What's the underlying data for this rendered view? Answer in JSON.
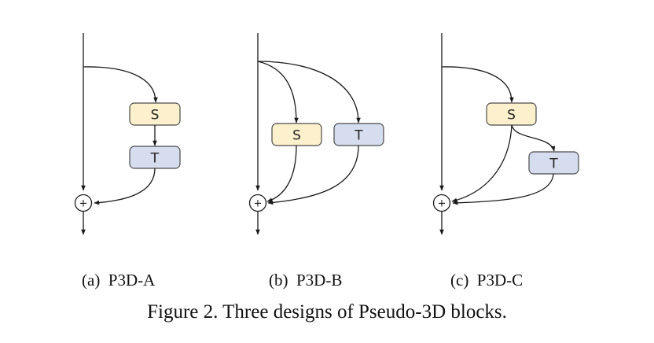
{
  "diagrams": [
    {
      "label": "(a)  P3D-A",
      "nodes": [
        {
          "id": "S",
          "text": "S",
          "kind": "spatial"
        },
        {
          "id": "T",
          "text": "T",
          "kind": "temporal"
        }
      ],
      "sum_symbol": "+"
    },
    {
      "label": "(b)  P3D-B",
      "nodes": [
        {
          "id": "S",
          "text": "S",
          "kind": "spatial"
        },
        {
          "id": "T",
          "text": "T",
          "kind": "temporal"
        }
      ],
      "sum_symbol": "+"
    },
    {
      "label": "(c)  P3D-C",
      "nodes": [
        {
          "id": "S",
          "text": "S",
          "kind": "spatial"
        },
        {
          "id": "T",
          "text": "T",
          "kind": "temporal"
        }
      ],
      "sum_symbol": "+"
    }
  ],
  "caption": "Figure 2. Three designs of Pseudo-3D blocks.",
  "colors": {
    "spatial_fill": "#FCF1CC",
    "temporal_fill": "#D6DDEE",
    "box_stroke": "#4a4a4a",
    "line": "#1a1a1a"
  }
}
